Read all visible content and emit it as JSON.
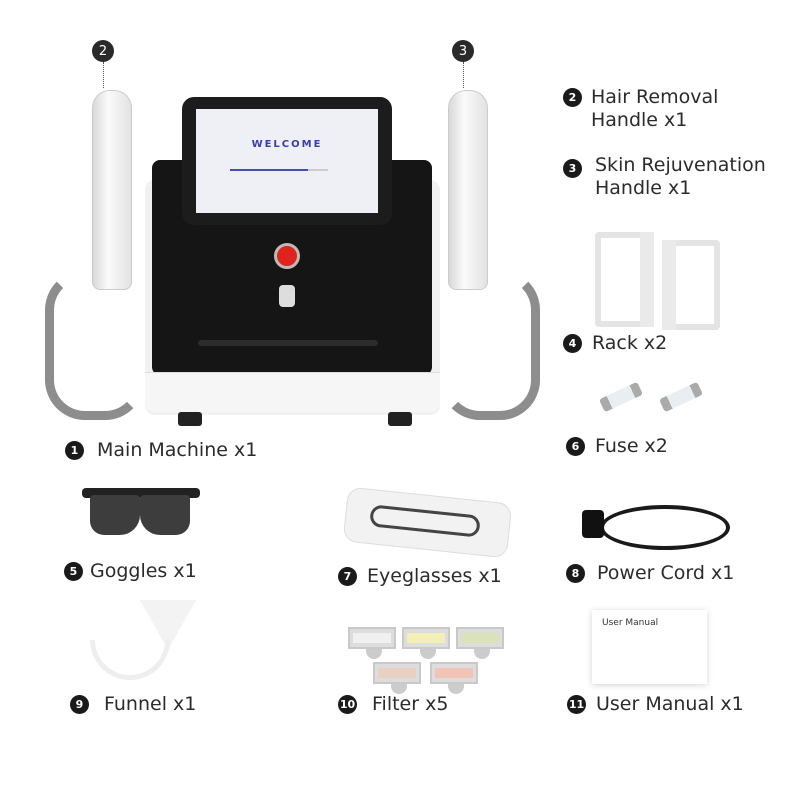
{
  "machine": {
    "screen_text": "WELCOME",
    "loading_progress_percent": 80
  },
  "callouts": {
    "left_handle": "2",
    "right_handle": "3"
  },
  "items": [
    {
      "num": "1",
      "label": "Main Machine x1"
    },
    {
      "num": "2",
      "label_line1": "Hair Removal",
      "label_line2": "Handle x1"
    },
    {
      "num": "3",
      "label_line1": "Skin Rejuvenation",
      "label_line2": "Handle x1"
    },
    {
      "num": "4",
      "label": "Rack x2"
    },
    {
      "num": "5",
      "label": "Goggles x1"
    },
    {
      "num": "6",
      "label": "Fuse x2"
    },
    {
      "num": "7",
      "label": "Eyeglasses x1"
    },
    {
      "num": "8",
      "label": "Power Cord x1"
    },
    {
      "num": "9",
      "label": "Funnel x1"
    },
    {
      "num": "10",
      "label": "Filter x5"
    },
    {
      "num": "11",
      "label": "User Manual x1"
    }
  ],
  "manual": {
    "cover_title": "User Manual"
  },
  "filter_colors": [
    "#f0f0f0",
    "#f2f0b8",
    "#d9e2b8",
    "#e8d0c4",
    "#f2c4b8"
  ]
}
